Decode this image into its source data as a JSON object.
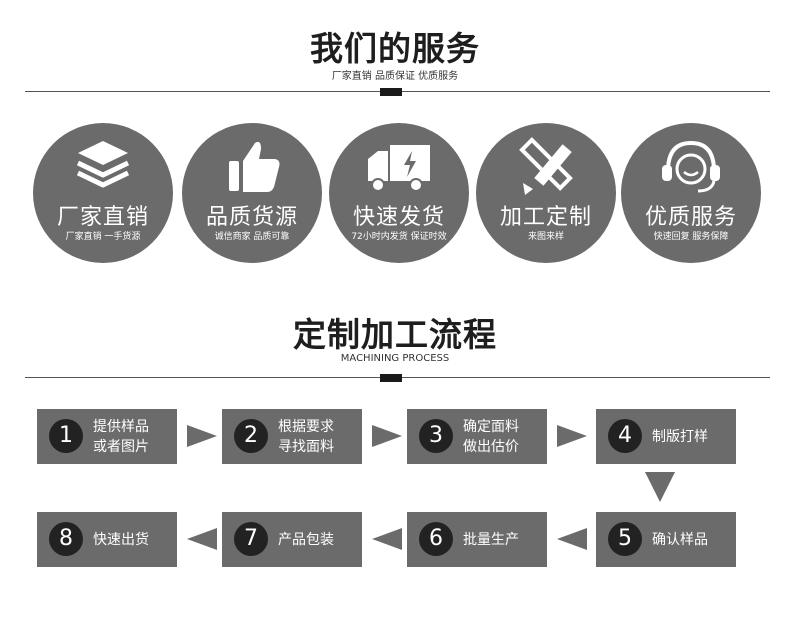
{
  "services": {
    "title": "我们的服务",
    "subtitle": "厂家直销 品质保证 优质服务",
    "items": [
      {
        "title": "厂家直销",
        "sub": "厂家直销 一手货源",
        "icon": "layers-icon"
      },
      {
        "title": "品质货源",
        "sub": "诚信商家 品质可靠",
        "icon": "thumbs-up-icon"
      },
      {
        "title": "快速发货",
        "sub": "72小时内发货 保证时效",
        "icon": "delivery-truck-icon"
      },
      {
        "title": "加工定制",
        "sub": "来图来样",
        "icon": "pencil-ruler-icon"
      },
      {
        "title": "优质服务",
        "sub": "快速回复 服务保障",
        "icon": "headset-icon"
      }
    ]
  },
  "process": {
    "title": "定制加工流程",
    "subtitle": "MACHINING PROCESS",
    "steps": [
      {
        "num": "1",
        "line1": "提供样品",
        "line2": "或者图片"
      },
      {
        "num": "2",
        "line1": "根据要求",
        "line2": "寻找面料"
      },
      {
        "num": "3",
        "line1": "确定面料",
        "line2": "做出估价"
      },
      {
        "num": "4",
        "line1": "制版打样",
        "line2": ""
      },
      {
        "num": "5",
        "line1": "确认样品",
        "line2": ""
      },
      {
        "num": "6",
        "line1": "批量生产",
        "line2": ""
      },
      {
        "num": "7",
        "line1": "产品包装",
        "line2": ""
      },
      {
        "num": "8",
        "line1": "快速出货",
        "line2": ""
      }
    ]
  },
  "colors": {
    "circle": "#6b6b6b",
    "badge": "#222222",
    "rule": "#555555"
  }
}
